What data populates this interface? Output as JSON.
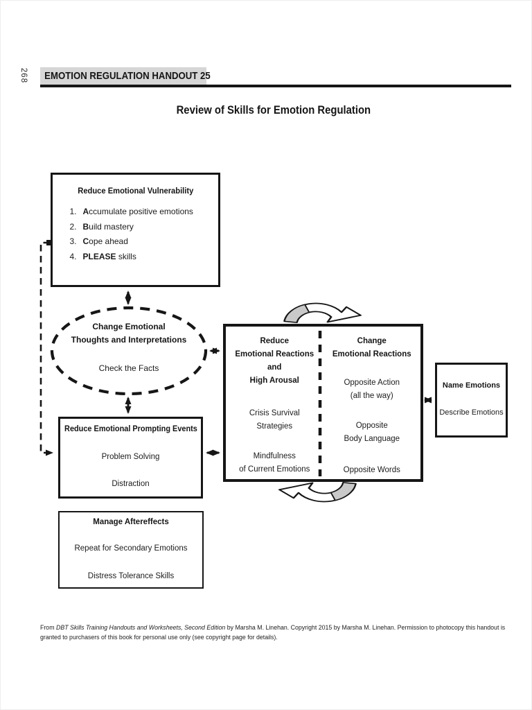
{
  "page": {
    "number": "268"
  },
  "header": {
    "handout_label": "EMOTION REGULATION HANDOUT 25",
    "title": "Review of Skills for Emotion Regulation"
  },
  "colors": {
    "ink": "#161616",
    "header_bar_gray": "#d6d6d6",
    "loop_arrow_gray": "#c9c9c9",
    "background": "#ffffff"
  },
  "boxes": {
    "vulnerability": {
      "title": "Reduce Emotional Vulnerability",
      "items": [
        {
          "num": "1.",
          "bold": "A",
          "rest": "ccumulate positive emotions"
        },
        {
          "num": "2.",
          "bold": "B",
          "rest": "uild mastery"
        },
        {
          "num": "3.",
          "bold": "C",
          "rest": "ope ahead"
        },
        {
          "num": "4.",
          "bold": "PLEASE",
          "rest": " skills"
        }
      ]
    },
    "thoughts_ellipse": {
      "title": "Change Emotional\nThoughts and Interpretations",
      "subtitle": "Check the Facts"
    },
    "prompting": {
      "title": "Reduce Emotional Prompting Events",
      "items": [
        "Problem Solving",
        "Distraction"
      ]
    },
    "aftereffects": {
      "title": "Manage Aftereffects",
      "items": [
        "Repeat for Secondary Emotions",
        "Distress Tolerance Skills"
      ]
    },
    "reactions_left": {
      "title": "Reduce\nEmotional Reactions\nand\nHigh Arousal",
      "items": [
        "Crisis Survival\nStrategies",
        "Mindfulness\nof Current Emotions"
      ]
    },
    "reactions_right": {
      "title": "Change\nEmotional Reactions",
      "items": [
        "Opposite Action\n(all the way)",
        "Opposite\nBody Language",
        "Opposite Words"
      ]
    },
    "name_emotions": {
      "title": "Name Emotions",
      "items": [
        "Describe Emotions"
      ]
    }
  },
  "footer": {
    "prefix": "From ",
    "book_title": "DBT Skills Training Handouts and Worksheets, Second Edition",
    "rest": " by Marsha M. Linehan. Copyright 2015 by Marsha M. Linehan. Permission to photocopy this handout is granted to purchasers of this book for personal use only (see copyright page for details)."
  }
}
